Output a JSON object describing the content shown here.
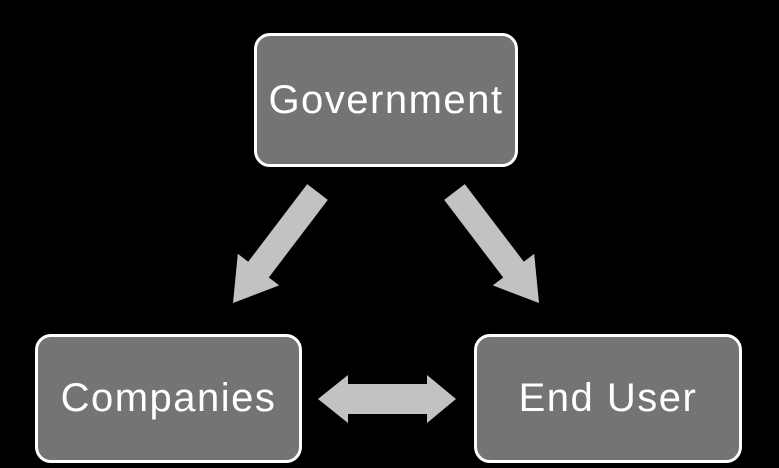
{
  "diagram": {
    "background_color": "#000000",
    "colors": {
      "node_fill": "#747474",
      "node_border": "#ffffff",
      "node_text": "#ffffff",
      "arrow_fill": "#c2c2c2"
    },
    "nodes": [
      {
        "id": "government",
        "label": "Government"
      },
      {
        "id": "companies",
        "label": "Companies"
      },
      {
        "id": "end_user",
        "label": "End User"
      }
    ],
    "edges": [
      {
        "from": "Government",
        "to": "Companies",
        "type": "one-way"
      },
      {
        "from": "Government",
        "to": "End User",
        "type": "one-way"
      },
      {
        "from": "Companies",
        "to": "End User",
        "type": "two-way"
      }
    ]
  }
}
